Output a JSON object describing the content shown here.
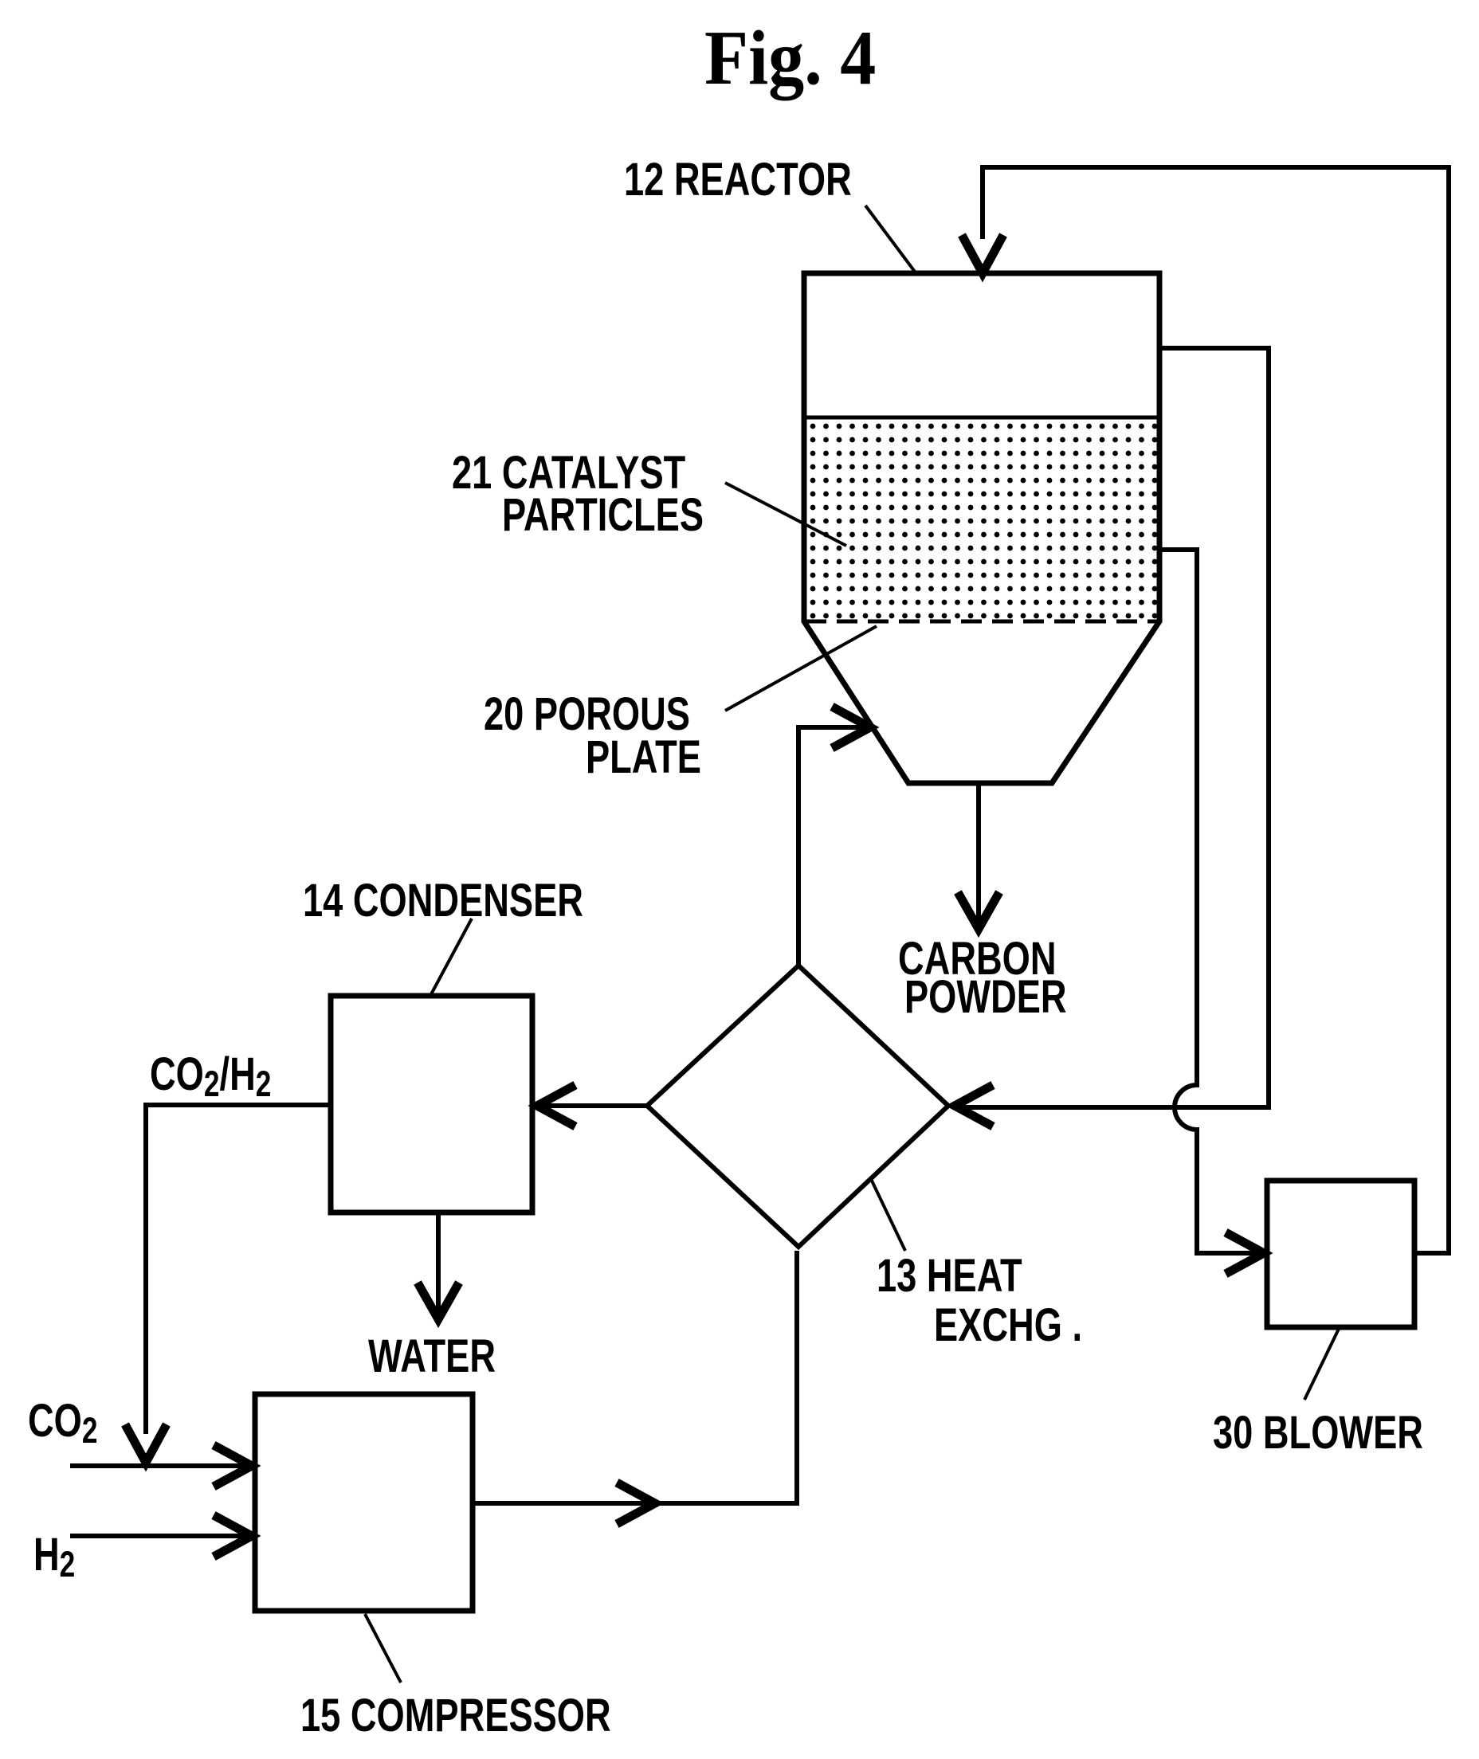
{
  "title": "Fig. 4",
  "colors": {
    "ink": "#000000",
    "paper": "#ffffff"
  },
  "components": {
    "reactor": {
      "label": "12 REACTOR"
    },
    "catalyst": {
      "label_line1": "21 CATALYST",
      "label_line2": "PARTICLES"
    },
    "porous_plate": {
      "label_line1": "20 POROUS",
      "label_line2": "PLATE"
    },
    "condenser": {
      "label": "14 CONDENSER"
    },
    "heat_exchanger": {
      "label_line1": "13 HEAT",
      "label_line2": "EXCHG ."
    },
    "blower": {
      "label": "30 BLOWER"
    },
    "compressor": {
      "label": "15 COMPRESSOR"
    }
  },
  "streams": {
    "co2_h2_recycle": "CO2/H2",
    "co2_feed": "CO2",
    "h2_feed": "H2",
    "water_out": "WATER",
    "carbon_line1": "CARBON",
    "carbon_line2": "POWDER"
  }
}
